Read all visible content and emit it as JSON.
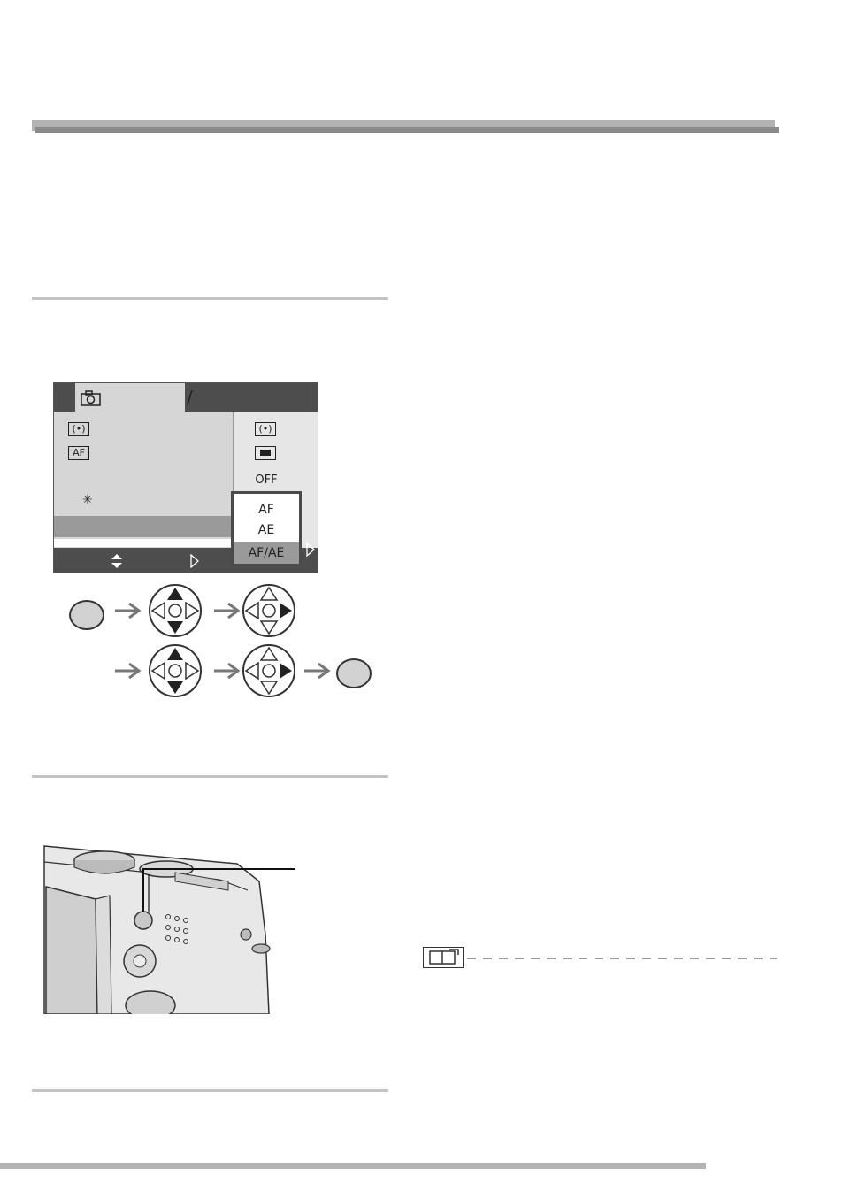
{
  "lcd_menu": {
    "tab_separator": "/",
    "values": {
      "row3_value": "OFF"
    },
    "popup_options": [
      {
        "label": "AF",
        "selected": false
      },
      {
        "label": "AE",
        "selected": false
      },
      {
        "label": "AF/AE",
        "selected": true
      }
    ],
    "icons": {
      "row1": "metering-spot-icon",
      "row2_label": "AF",
      "row4": "sunburst-icon"
    }
  },
  "button_sequence": {
    "row1": [
      "menu-button",
      "cursor-up-down",
      "cursor-right"
    ],
    "row2": [
      "cursor-up-down",
      "cursor-right",
      "menu-button"
    ]
  },
  "colors": {
    "rule": "#b3b3b3",
    "lcd_bar": "#4d4d4d",
    "lcd_bg": "#d6d6d6",
    "highlight": "#9a9a9a"
  }
}
